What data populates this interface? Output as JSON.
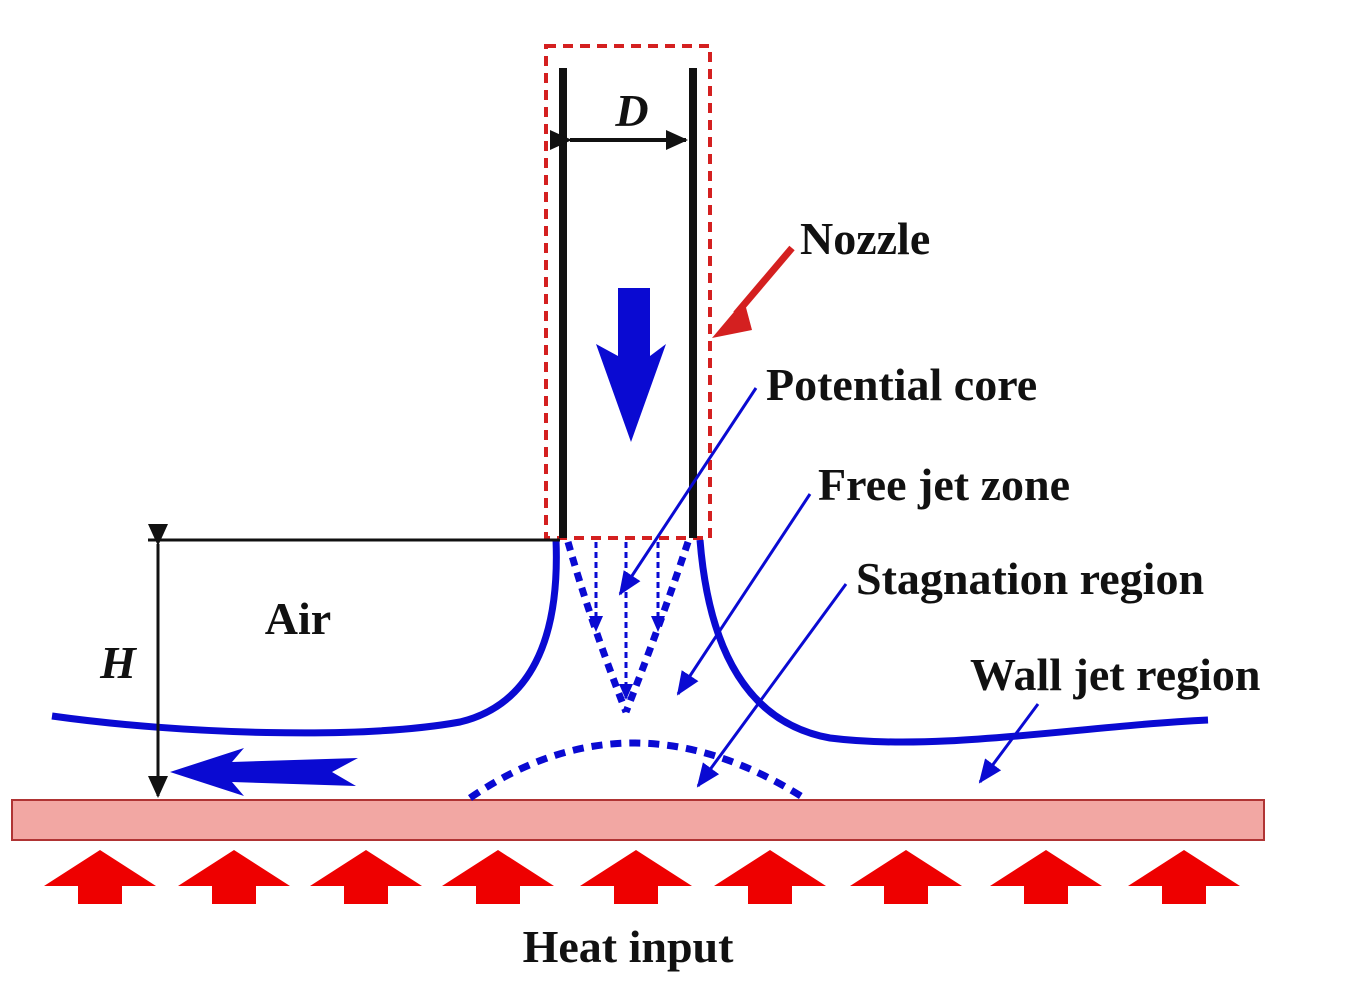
{
  "labels": {
    "nozzle_diameter": "D",
    "nozzle": "Nozzle",
    "potential_core": "Potential core",
    "free_jet_zone": "Free jet zone",
    "stagnation_region": "Stagnation region",
    "wall_jet_region": "Wall jet region",
    "air": "Air",
    "nozzle_to_plate_distance": "H",
    "heat_input": "Heat input"
  },
  "colors": {
    "flow_blue": "#0a0ad2",
    "nozzle_outline_red": "#d42020",
    "heat_arrow_red": "#ee0000",
    "plate_fill": "#f2a7a3",
    "plate_stroke": "#b03434",
    "line_black": "#111111"
  },
  "icons": {
    "flow_direction": "down-arrow-icon",
    "wall_flow": "left-arrow-icon",
    "heat": "up-arrow-icon"
  }
}
